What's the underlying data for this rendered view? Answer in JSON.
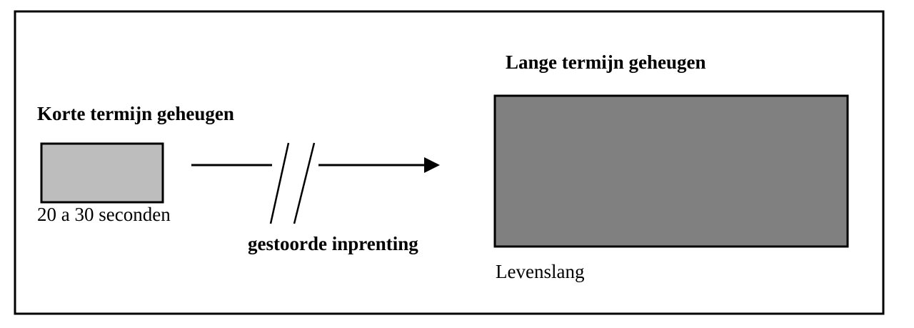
{
  "short_term": {
    "title": "Korte termijn geheugen",
    "duration": "20 a 30 seconden",
    "fill_color": "#bdbdbd"
  },
  "transfer": {
    "label": "gestoorde inprenting"
  },
  "long_term": {
    "title": "Lange termijn geheugen",
    "duration": "Levenslang",
    "fill_color": "#808080"
  }
}
